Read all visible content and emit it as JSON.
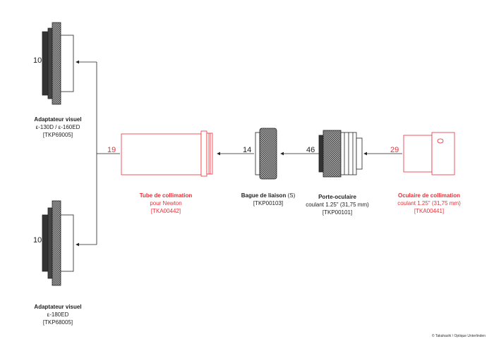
{
  "adapter_top": {
    "number": "10",
    "title": "Adaptateur visuel",
    "models": "ε-130D / ε-160ED",
    "ref": "[TKP69005]"
  },
  "adapter_bottom": {
    "number": "10",
    "title": "Adaptateur visuel",
    "models": "ε-180ED",
    "ref": "[TKP68005]"
  },
  "tube": {
    "number": "19",
    "title": "Tube de collimation",
    "subtitle": "pour Newton",
    "ref": "[TKA00442]"
  },
  "bague": {
    "number": "14",
    "title": "Bague de liaison",
    "suffix": "(S)",
    "ref": "[TKP00103]"
  },
  "porte": {
    "number": "46",
    "title": "Porte-oculaire",
    "subtitle": "coulant 1.25\" (31,75 mm)",
    "ref": "[TKP00101]"
  },
  "oculaire": {
    "number": "29",
    "title": "Oculaire de collimation",
    "subtitle": "coulant 1.25\" (31,75 mm)",
    "ref": "[TKA00441]"
  },
  "copyright": "© Takahashi / Optique Unterlinden",
  "colors": {
    "accent": "#e8313a",
    "line": "#222222"
  }
}
